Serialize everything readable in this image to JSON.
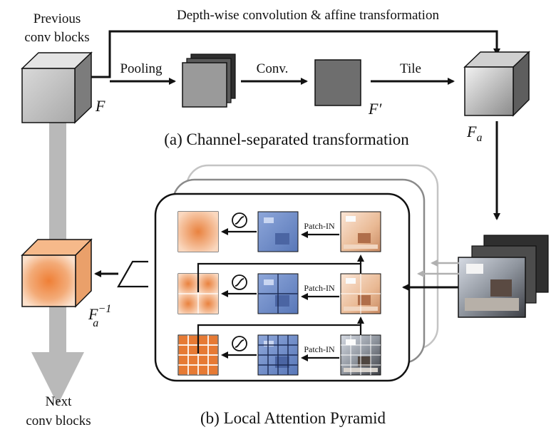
{
  "labels": {
    "previous_blocks_line1": "Previous",
    "previous_blocks_line2": "conv blocks",
    "next_blocks_line1": "Next",
    "next_blocks_line2": "conv blocks",
    "top_path": "Depth-wise convolution & affine transformation",
    "pooling": "Pooling",
    "conv": "Conv.",
    "tile": "Tile",
    "caption_a": "(a) Channel-separated transformation",
    "caption_b": "(b) Local Attention Pyramid",
    "patch_in": "Patch-IN"
  },
  "math": {
    "F": "F",
    "F_prime": "F′",
    "F_a_base": "F",
    "F_a_sub": "a",
    "F_a_inv_base": "F",
    "F_a_inv_sup": "−1",
    "F_a_inv_sub": "a"
  },
  "colors": {
    "orange": "#e8803a",
    "orange_light": "#f4c6a0",
    "blue": "#6f8fcf",
    "gray_cube": "#bdbdbd",
    "arrow_gray": "#b7b7b7"
  },
  "pyramid_rows": [
    {
      "grid": 1
    },
    {
      "grid": 2
    },
    {
      "grid": 4
    }
  ]
}
